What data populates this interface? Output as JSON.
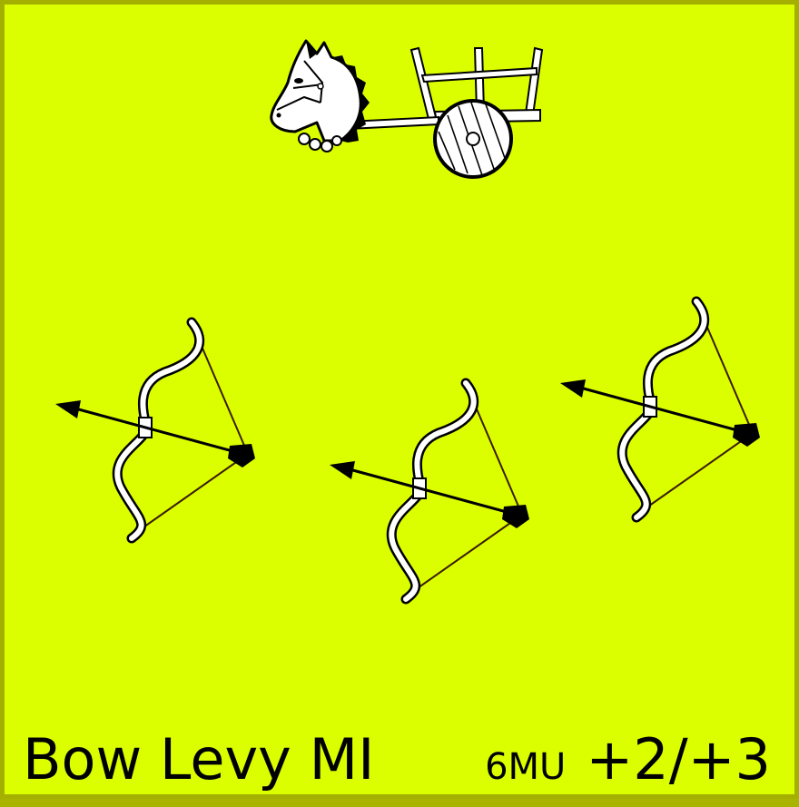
{
  "card": {
    "name": "Bow Levy MI",
    "movement": "6MU",
    "combat_factor": "+2/+3",
    "background_color": "#dcff00",
    "border_color": "#a3b000"
  },
  "icons": {
    "vehicle": "chariot-icon",
    "troops": [
      "bow-icon",
      "bow-icon",
      "bow-icon"
    ]
  }
}
